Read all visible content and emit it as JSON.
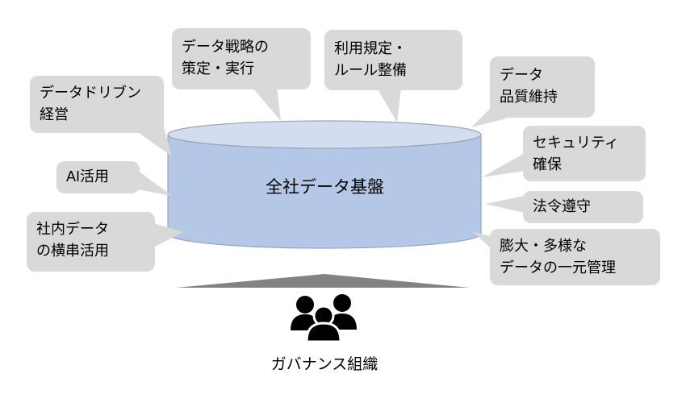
{
  "diagram": {
    "center_label": "全社データ基盤",
    "governance_label": "ガバナンス組織",
    "callouts": [
      {
        "id": "data-driven-management",
        "text": "データドリブン\n経営"
      },
      {
        "id": "ai-utilization",
        "text": "AI活用"
      },
      {
        "id": "internal-data-cross-use",
        "text": "社内データ\nの横串活用"
      },
      {
        "id": "data-strategy",
        "text": "データ戦略の\n策定・実行"
      },
      {
        "id": "usage-rules",
        "text": "利用規定・\nルール整備"
      },
      {
        "id": "data-quality",
        "text": "データ\n品質維持"
      },
      {
        "id": "security-assurance",
        "text": "セキュリティ\n確保"
      },
      {
        "id": "legal-compliance",
        "text": "法令遵守"
      },
      {
        "id": "unified-data-management",
        "text": "膨大・多様な\nデータの一元管理"
      }
    ],
    "icons": {
      "governance": "people-group-icon"
    },
    "colors": {
      "callout_bg": "#d9d9d9",
      "cylinder_body": "#b4c7e7",
      "cylinder_top": "#d3ddf0",
      "cylinder_outline": "#9aa5b8",
      "wedge": "#828282",
      "icon": "#000000",
      "text": "#000000",
      "background": "#ffffff"
    }
  }
}
